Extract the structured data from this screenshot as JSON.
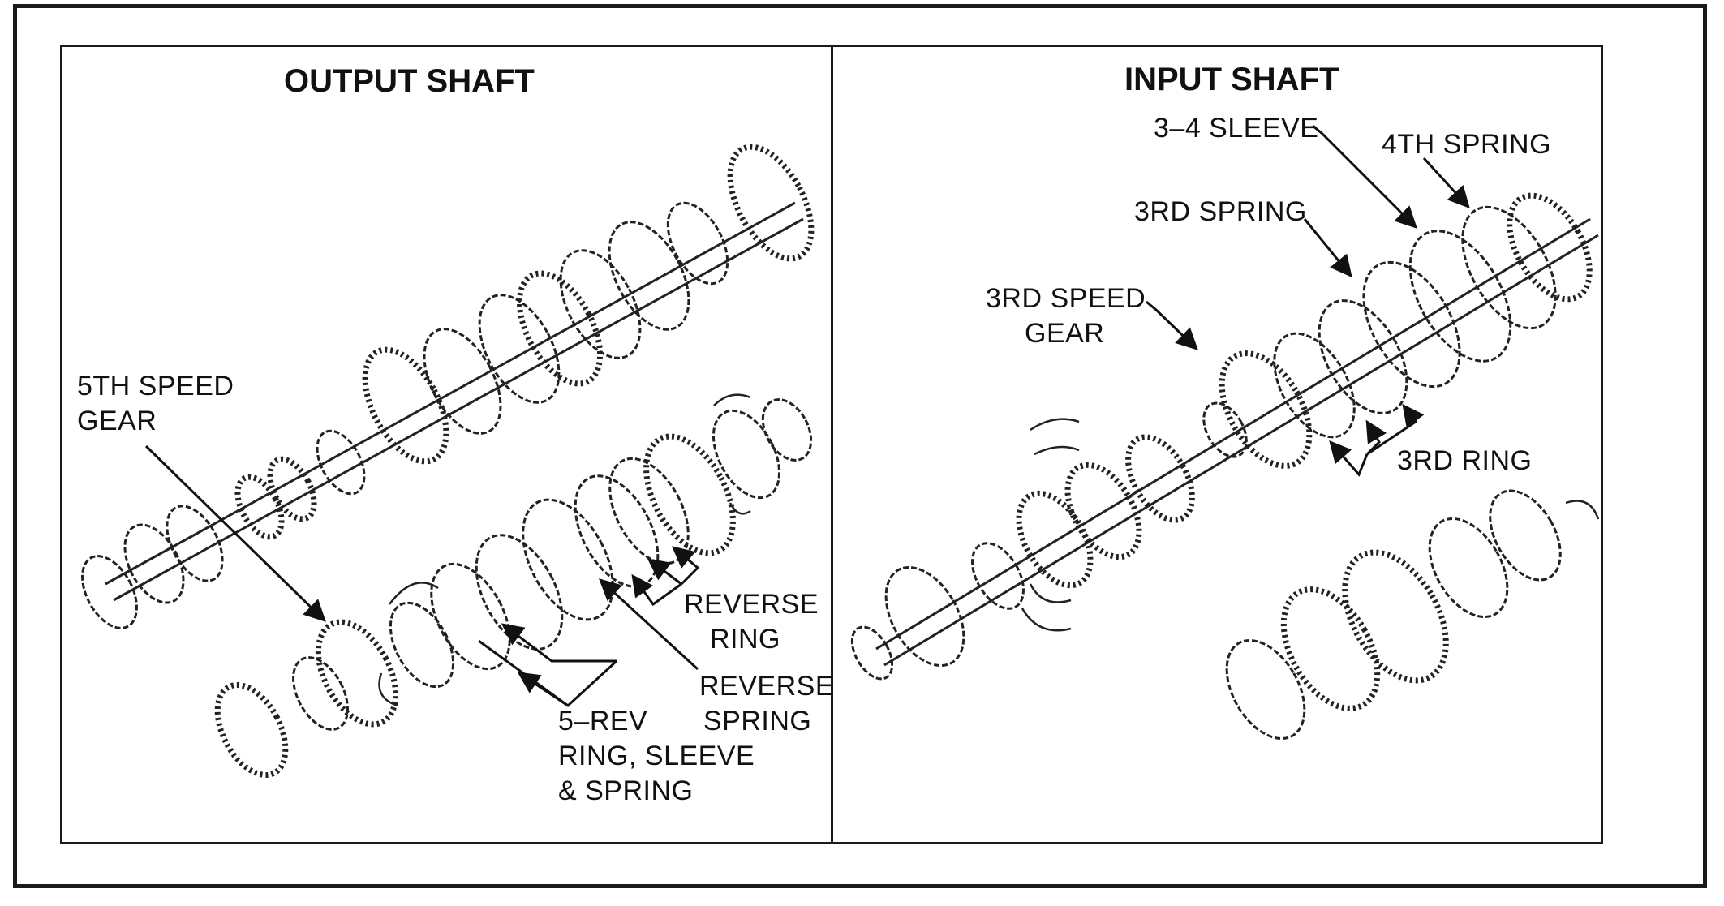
{
  "panels": {
    "output": {
      "title": "OUTPUT SHAFT",
      "labels": {
        "fifth_speed_gear_1": "5TH SPEED",
        "fifth_speed_gear_2": "GEAR",
        "reverse_ring_1": "REVERSE",
        "reverse_ring_2": "RING",
        "reverse_spring_1": "REVERSE",
        "reverse_spring_2": "SPRING",
        "five_rev_1": "5–REV",
        "five_rev_2": "RING, SLEEVE",
        "five_rev_3": "& SPRING"
      }
    },
    "input": {
      "title": "INPUT SHAFT",
      "labels": {
        "sleeve_34": "3–4 SLEEVE",
        "fourth_spring": "4TH SPRING",
        "third_spring": "3RD SPRING",
        "third_speed_gear_1": "3RD SPEED",
        "third_speed_gear_2": "GEAR",
        "third_ring": "3RD RING"
      }
    }
  }
}
